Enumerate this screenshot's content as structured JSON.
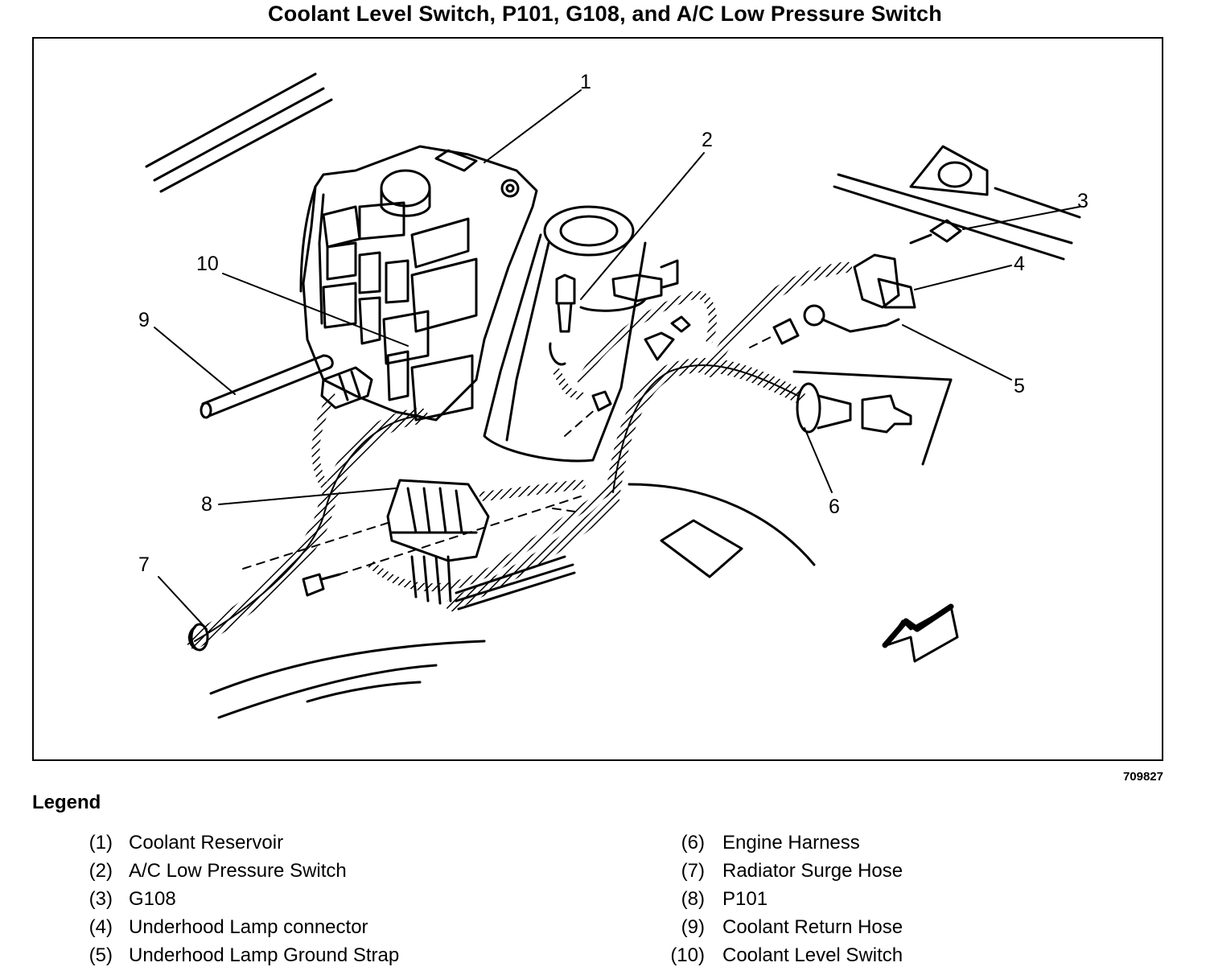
{
  "title": "Coolant Level Switch, P101, G108, and A/C Low Pressure Switch",
  "figure_id": "709827",
  "callouts": [
    "1",
    "2",
    "3",
    "4",
    "5",
    "6",
    "7",
    "8",
    "9",
    "10"
  ],
  "legend": {
    "heading": "Legend",
    "items": [
      {
        "num": "(1)",
        "label": "Coolant Reservoir"
      },
      {
        "num": "(2)",
        "label": "A/C Low Pressure Switch"
      },
      {
        "num": "(3)",
        "label": "G108"
      },
      {
        "num": "(4)",
        "label": "Underhood Lamp connector"
      },
      {
        "num": "(5)",
        "label": "Underhood Lamp Ground Strap"
      },
      {
        "num": "(6)",
        "label": "Engine Harness"
      },
      {
        "num": "(7)",
        "label": "Radiator Surge Hose"
      },
      {
        "num": "(8)",
        "label": "P101"
      },
      {
        "num": "(9)",
        "label": "Coolant Return Hose"
      },
      {
        "num": "(10)",
        "label": "Coolant Level Switch"
      }
    ]
  }
}
